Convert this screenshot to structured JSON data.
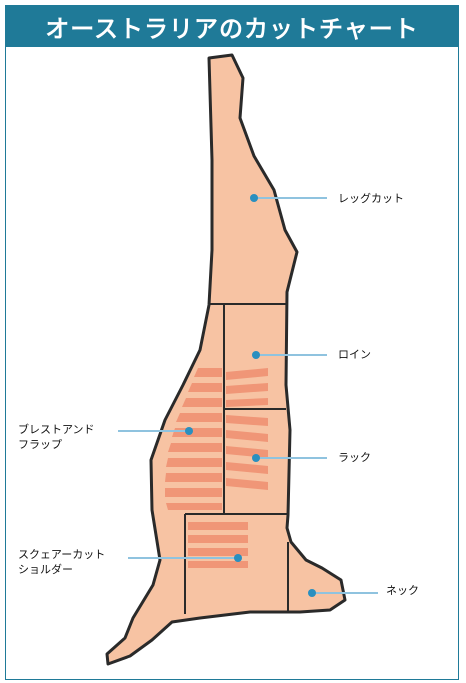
{
  "title": "オーストラリアのカットチャート",
  "labels": {
    "leg": "レッグカット",
    "loin": "ロイン",
    "rack": "ラック",
    "neck": "ネック",
    "breast_line1": "ブレストアンド",
    "breast_line2": "フラップ",
    "shoulder_line1": "スクェアーカット",
    "shoulder_line2": "ショルダー"
  },
  "colors": {
    "header": "#1f7a98",
    "meat": "#f7c3a3",
    "stripes": "#f09677",
    "outline": "#2a2a2a",
    "leader": "#8fc3df",
    "dot": "#2a8fbf"
  }
}
